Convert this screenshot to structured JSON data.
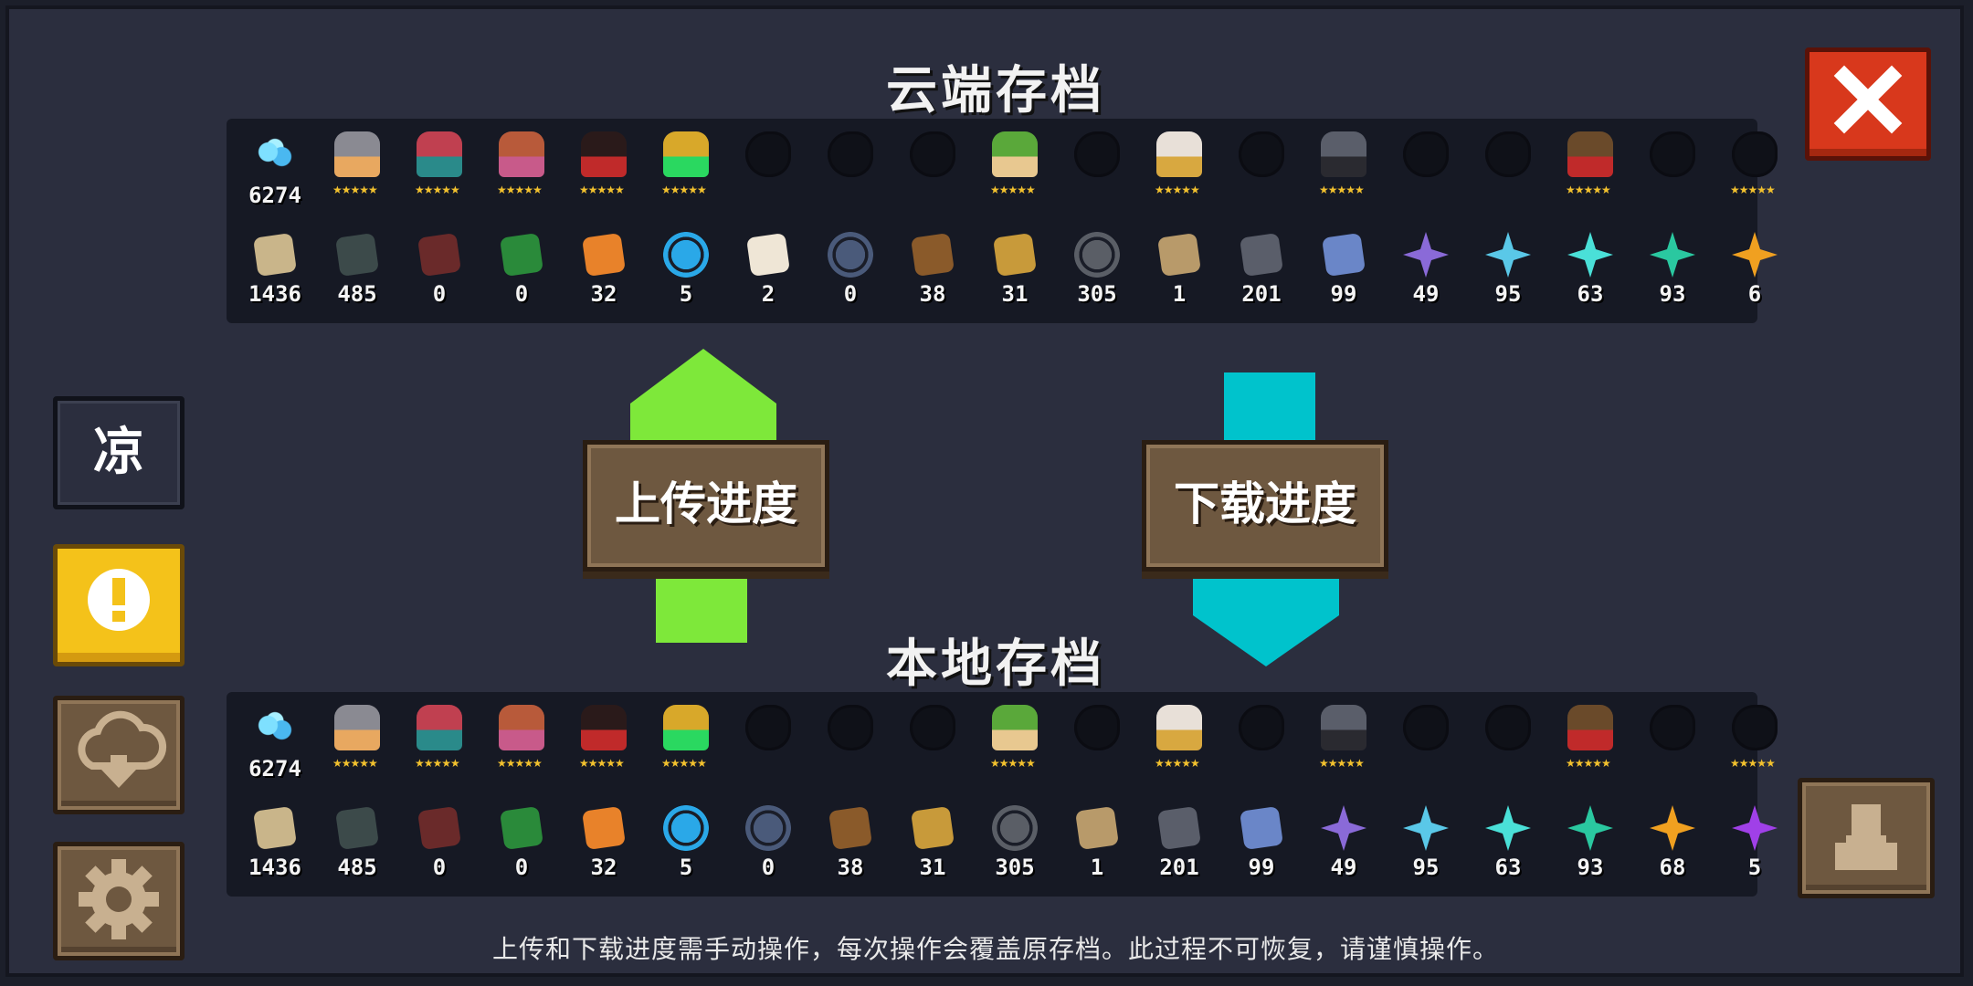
{
  "cloud_title": "云端存档",
  "local_title": "本地存档",
  "upload_label": "上传进度",
  "download_label": "下载进度",
  "footer_note": "上传和下载进度需手动操作，每次操作会覆盖原存档。此过程不可恢复，请谨慎操作。",
  "side_text_button": "凉",
  "stars_text": "★★★★★",
  "colors": {
    "upload_arrow": "#7ee83a",
    "download_arrow": "#00c3cc",
    "close_button": "#d8381c",
    "alert_button": "#f4c21a",
    "wood_button": "#6e5840"
  },
  "icons": {
    "close": "close-x-icon",
    "alert": "exclamation-icon",
    "cloud": "cloud-download-icon",
    "settings": "gear-icon",
    "profile": "person-icon"
  },
  "cloud": {
    "currency": "6274",
    "characters": [
      "knight",
      "rogue",
      "witch",
      "assassin",
      "robot",
      "locked",
      "locked",
      "locked",
      "elf",
      "locked",
      "priestess",
      "locked",
      "vampire",
      "locked",
      "locked",
      "berserker",
      "locked",
      "partial"
    ],
    "materials": [
      {
        "icon": "wood-icon",
        "count": "1436",
        "color": "#c9b58a"
      },
      {
        "icon": "battery-icon",
        "count": "485",
        "color": "#3c4a4a"
      },
      {
        "icon": "wings-icon",
        "count": "0",
        "color": "#6a2a2a"
      },
      {
        "icon": "scroll-icon",
        "count": "0",
        "color": "#2a8a3a"
      },
      {
        "icon": "meat-icon",
        "count": "32",
        "color": "#e8822a"
      },
      {
        "icon": "blue-orb-icon",
        "count": "5",
        "color": "#2aa8e8"
      },
      {
        "icon": "egg-icon",
        "count": "2",
        "color": "#efe6d6"
      },
      {
        "icon": "fish-icon",
        "count": "0",
        "color": "#4a5a7a"
      },
      {
        "icon": "hammer-icon",
        "count": "38",
        "color": "#8a5a2a"
      },
      {
        "icon": "feather-icon",
        "count": "31",
        "color": "#c89a3a"
      },
      {
        "icon": "gear-part-icon",
        "count": "305",
        "color": "#5a5e66"
      },
      {
        "icon": "bag-icon",
        "count": "1",
        "color": "#b89a6a"
      },
      {
        "icon": "ore-icon",
        "count": "201",
        "color": "#5a5e6a"
      },
      {
        "icon": "cloth-icon",
        "count": "99",
        "color": "#6a86c8"
      },
      {
        "icon": "purple-crystal-icon",
        "count": "49",
        "color": "#8a6ad8"
      },
      {
        "icon": "cyan-crystal-icon",
        "count": "95",
        "color": "#5ac8e8"
      },
      {
        "icon": "teal-crystal-icon",
        "count": "63",
        "color": "#4ae0d8"
      },
      {
        "icon": "green-crystal-icon",
        "count": "93",
        "color": "#2ac8a0"
      },
      {
        "icon": "orange-crystal-icon",
        "count": "6",
        "color": "#f0a020"
      }
    ]
  },
  "local": {
    "currency": "6274",
    "characters": [
      "knight",
      "rogue",
      "witch",
      "assassin",
      "robot",
      "locked",
      "locked",
      "locked",
      "elf",
      "locked",
      "priestess",
      "locked",
      "vampire",
      "locked",
      "locked",
      "berserker",
      "locked",
      "partial"
    ],
    "materials": [
      {
        "icon": "wood-icon",
        "count": "1436",
        "color": "#c9b58a"
      },
      {
        "icon": "battery-icon",
        "count": "485",
        "color": "#3c4a4a"
      },
      {
        "icon": "wings-icon",
        "count": "0",
        "color": "#6a2a2a"
      },
      {
        "icon": "scroll-icon",
        "count": "0",
        "color": "#2a8a3a"
      },
      {
        "icon": "meat-icon",
        "count": "32",
        "color": "#e8822a"
      },
      {
        "icon": "blue-orb-icon",
        "count": "5",
        "color": "#2aa8e8"
      },
      {
        "icon": "fish-icon",
        "count": "0",
        "color": "#4a5a7a"
      },
      {
        "icon": "hammer-icon",
        "count": "38",
        "color": "#8a5a2a"
      },
      {
        "icon": "feather-icon",
        "count": "31",
        "color": "#c89a3a"
      },
      {
        "icon": "gear-part-icon",
        "count": "305",
        "color": "#5a5e66"
      },
      {
        "icon": "bag-icon",
        "count": "1",
        "color": "#b89a6a"
      },
      {
        "icon": "ore-icon",
        "count": "201",
        "color": "#5a5e6a"
      },
      {
        "icon": "cloth-icon",
        "count": "99",
        "color": "#6a86c8"
      },
      {
        "icon": "purple-crystal-icon",
        "count": "49",
        "color": "#8a6ad8"
      },
      {
        "icon": "cyan-crystal-icon",
        "count": "95",
        "color": "#5ac8e8"
      },
      {
        "icon": "teal-crystal-icon",
        "count": "63",
        "color": "#4ae0d8"
      },
      {
        "icon": "green-crystal-icon",
        "count": "93",
        "color": "#2ac8a0"
      },
      {
        "icon": "orange-crystal-icon",
        "count": "68",
        "color": "#f0a020"
      },
      {
        "icon": "violet-crystal-icon",
        "count": "5",
        "color": "#a040e8"
      }
    ]
  }
}
